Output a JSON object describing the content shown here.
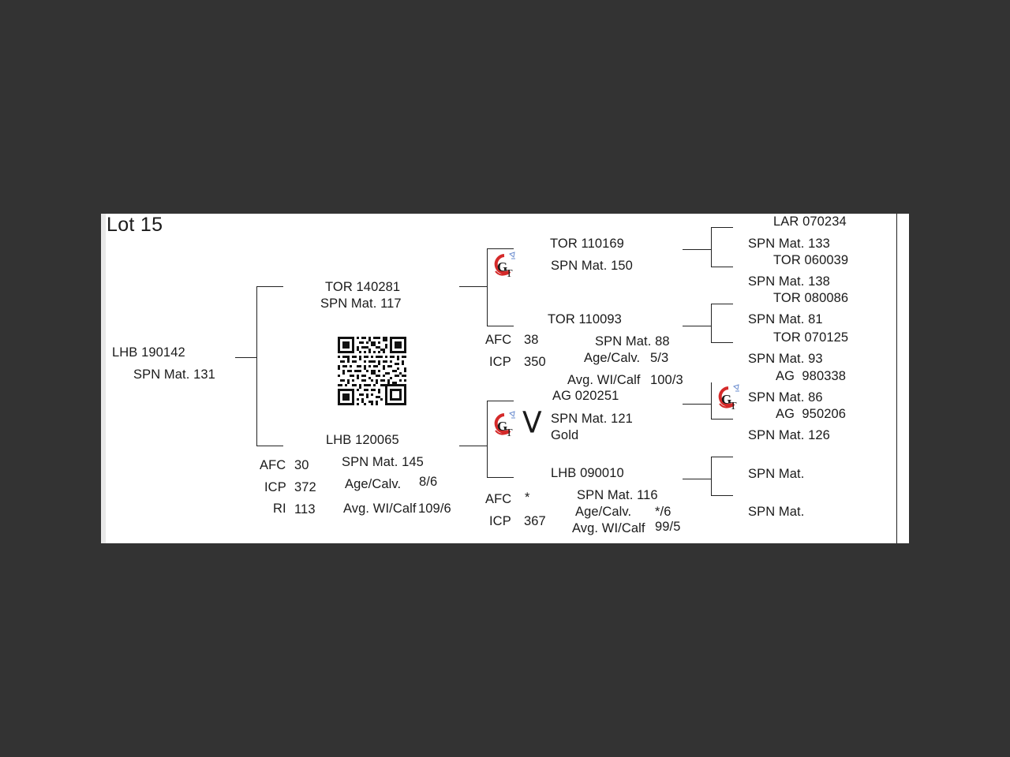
{
  "lot": "Lot 15",
  "subject": {
    "id": "LHB 190142",
    "spn": "SPN Mat. 131"
  },
  "sire": {
    "id": "TOR 140281",
    "spn": "SPN Mat. 117",
    "qr_code": "qr-code"
  },
  "dam": {
    "id": "LHB 120065",
    "spn": "SPN Mat. 145",
    "stats_labels": {
      "afc": "AFC",
      "icp": "ICP",
      "ri": "RI"
    },
    "stats_values": {
      "afc": "30",
      "icp": "372",
      "ri": "113"
    },
    "age_calv_label": "Age/Calv.",
    "age_calv_value": "8/6",
    "avg_wt_label": "Avg. WI/Calf",
    "avg_wt_value": "109/6"
  },
  "sire_sire": {
    "id": "TOR 110169",
    "spn": "SPN Mat. 150",
    "logo": "gt-logo"
  },
  "sire_dam": {
    "id": "TOR 110093",
    "spn": "SPN Mat. 88",
    "afc_label": "AFC",
    "afc_value": "38",
    "icp_label": "ICP",
    "icp_value": "350",
    "age_calv_label": "Age/Calv.",
    "age_calv_value": "5/3",
    "avg_wt_label": "Avg. WI/Calf",
    "avg_wt_value": "100/3"
  },
  "dam_sire": {
    "id": "AG  020251",
    "spn": "SPN Mat. 121",
    "gold": "Gold",
    "mark": "V",
    "logo": "gt-logo"
  },
  "dam_dam": {
    "id": "LHB 090010",
    "spn": "SPN Mat. 116",
    "afc_label": "AFC",
    "afc_value": "*",
    "icp_label": "ICP",
    "icp_value": "367",
    "age_calv_label": "Age/Calv.",
    "age_calv_value": "*/6",
    "avg_wt_label": "Avg. WI/Calf",
    "avg_wt_value": "99/5"
  },
  "gen3": [
    {
      "id": "LAR 070234",
      "spn": "SPN Mat. 133"
    },
    {
      "id": "TOR 060039",
      "spn": "SPN Mat. 138"
    },
    {
      "id": "TOR 080086",
      "spn": "SPN Mat. 81"
    },
    {
      "id": "TOR 070125",
      "spn": "SPN Mat. 93"
    },
    {
      "id": "AG  980338",
      "spn": "SPN Mat. 86"
    },
    {
      "id": "AG  950206",
      "spn": "SPN Mat. 126"
    },
    {
      "id": "",
      "spn": "SPN Mat."
    },
    {
      "id": "",
      "spn": "SPN Mat."
    }
  ],
  "colors": {
    "logo_red": "#d42a2a",
    "logo_blue": "#6a8ccf",
    "background": "#333333",
    "paper": "#ffffff"
  }
}
